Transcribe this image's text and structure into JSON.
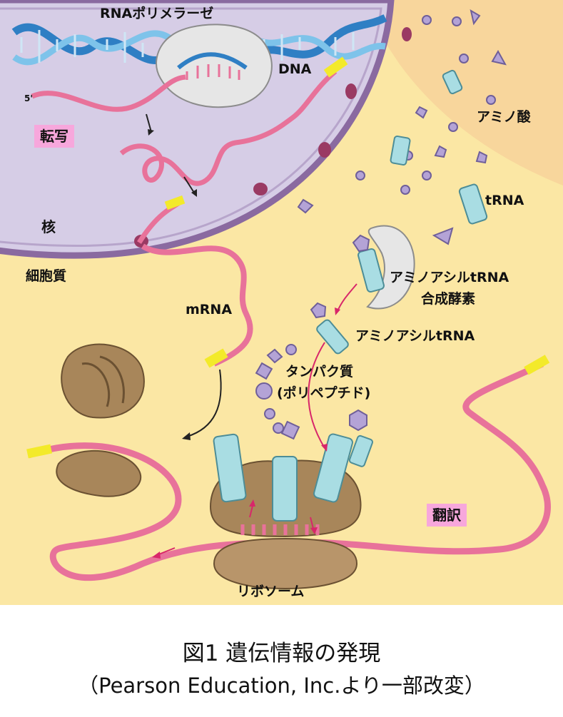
{
  "labels": {
    "rna_polymerase": "RNAポリメラーゼ",
    "dna": "DNA",
    "five_prime": "5'",
    "transcription": "転写",
    "nucleus": "核",
    "cytoplasm": "細胞質",
    "amino_acid": "アミノ酸",
    "trna": "tRNA",
    "synthetase_line1": "アミノアシルtRNA",
    "synthetase_line2": "合成酵素",
    "aminoacyl_trna": "アミノアシルtRNA",
    "mrna": "mRNA",
    "protein_line1": "タンパク質",
    "protein_line2": "(ポリペプチド)",
    "translation": "翻訳",
    "ribosome": "リボソーム"
  },
  "caption": {
    "title": "図1 遺伝情報の発現",
    "source": "（Pearson Education, Inc.より一部改変）"
  },
  "colors": {
    "cytoplasm": "#fbe7a4",
    "nucleus": "#d6cde6",
    "nuclear_membrane": "#8a6aa0",
    "mrna": "#e8729a",
    "mrna_end": "#f3ea2a",
    "ribosome": "#a8865a",
    "trna": "#a9dde3",
    "amino_acid": "#b4a3d6",
    "label_box": "#f7a7dc"
  }
}
